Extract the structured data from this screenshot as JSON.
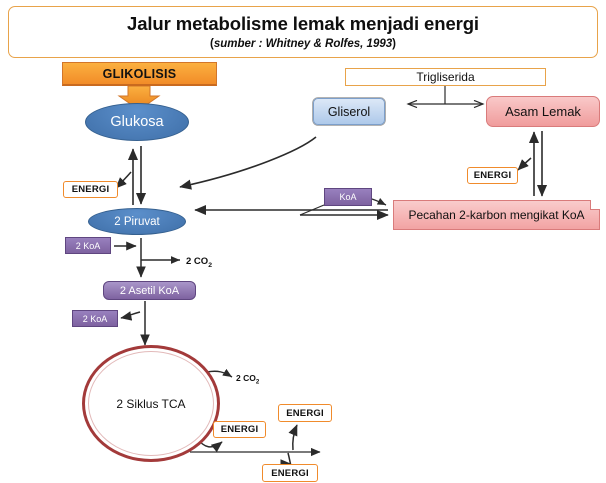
{
  "header": {
    "title": "Jalur metabolisme lemak menjadi energi",
    "subtitle_open": "(",
    "subtitle_italic": "sumber :  Whitney & Rolfes, 1993",
    "subtitle_close": ")"
  },
  "nodes": {
    "glikolisis_banner": "GLIKOLISIS",
    "glukosa": "Glukosa",
    "piruvat": "2 Piruvat",
    "asetil_koa": "2 Asetil KoA",
    "koa_left_1": "2 KoA",
    "koa_left_2": "2 KoA",
    "koa_right": "KoA",
    "tca": "2 Siklus TCA",
    "trigliserida": "Trigliserida",
    "gliserol": "Gliserol",
    "asam_lemak": "Asam Lemak",
    "pecahan": "Pecahan 2-karbon mengikat KoA"
  },
  "energi_boxes": [
    {
      "id": "energi-1",
      "label": "ENERGI"
    },
    {
      "id": "energi-2",
      "label": "ENERGI"
    },
    {
      "id": "energi-3",
      "label": "ENERGI"
    },
    {
      "id": "energi-4",
      "label": "ENERGI"
    },
    {
      "id": "energi-5",
      "label": "ENERGI"
    }
  ],
  "byproducts": {
    "co2_glycolysis": "2 CO",
    "co2_glycolysis_sub": "2",
    "co2_tca": "2 CO",
    "co2_tca_sub": "2"
  },
  "colors": {
    "banner_orange": "#F28C28",
    "title_border": "#E8A34A",
    "ellipse_blue": "#3F6FA8",
    "purple": "#7E62A0",
    "pink": "#F09C9C",
    "light_blue": "#AEC9EA",
    "energi_border": "#F08B2C",
    "tca_ring": "#A33A3A",
    "arrow": "#2b2b2b"
  },
  "icons": {
    "down_block_arrow": "down-block-arrow-icon",
    "bidirectional_arrow": "bidirectional-arrow-icon",
    "curved_arrow": "curved-arrow-icon"
  }
}
